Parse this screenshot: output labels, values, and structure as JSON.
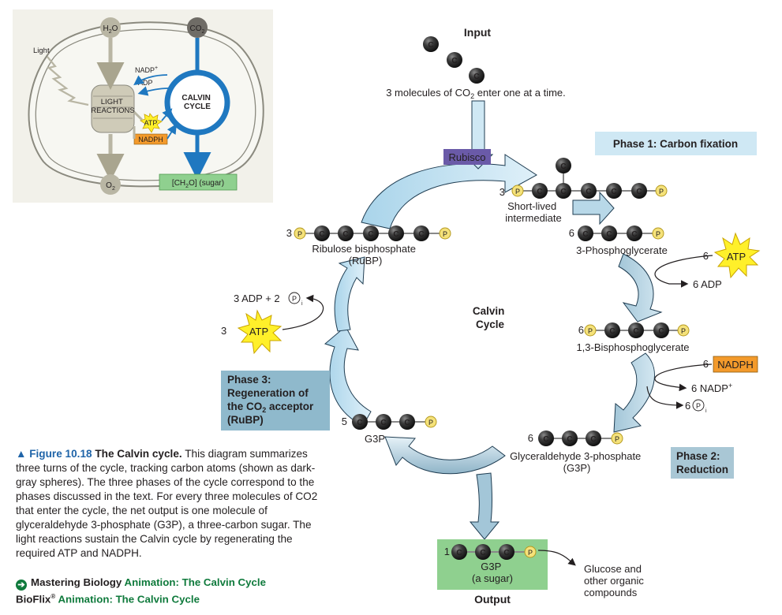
{
  "inset": {
    "h2o": "H2O",
    "co2": "CO2",
    "light": "Light",
    "nadp": "NADP+",
    "adp": "ADP",
    "light_reactions": [
      "LIGHT",
      "REACTIONS"
    ],
    "calvin_cycle": [
      "CALVIN",
      "CYCLE"
    ],
    "atp": "ATP",
    "nadph": "NADPH",
    "o2": "O2",
    "sugar": "[CH2O] (sugar)"
  },
  "input": {
    "title": "Input",
    "carbon": "C",
    "text": "3 molecules of CO2 enter one at a time."
  },
  "rubisco": "Rubisco",
  "phases": {
    "phase1": "Phase 1: Carbon fixation",
    "phase2": [
      "Phase 2:",
      "Reduction"
    ],
    "phase3": [
      "Phase 3:",
      "Regeneration of",
      "the CO2 acceptor",
      "(RuBP)"
    ]
  },
  "center": [
    "Calvin",
    "Cycle"
  ],
  "molecules": {
    "intermediate": {
      "count": "3",
      "label": [
        "Short-lived",
        "intermediate"
      ]
    },
    "pga": {
      "count": "6",
      "label": "3-Phosphoglycerate"
    },
    "bpg": {
      "count": "6",
      "label": "1,3-Bisphosphoglycerate"
    },
    "g3p6": {
      "count": "6",
      "label": [
        "Glyceraldehyde 3-phosphate",
        "(G3P)"
      ]
    },
    "g3p5": {
      "count": "5",
      "label": "G3P"
    },
    "rubp": {
      "count": "3",
      "label": [
        "Ribulose bisphosphate",
        "(RuBP)"
      ]
    },
    "output": {
      "count": "1",
      "label": [
        "G3P",
        "(a sugar)"
      ],
      "title": "Output"
    }
  },
  "atoms": {
    "carbon": "C",
    "phosphate": "P"
  },
  "energy": {
    "atp_in_phase2": {
      "count": "6",
      "label": "ATP",
      "out": "6 ADP"
    },
    "nadph_in": {
      "count": "6",
      "label": "NADPH",
      "out_nadp": "6 NADP+",
      "out_pi": "6"
    },
    "atp_in_phase3": {
      "count": "3",
      "label": "ATP",
      "out": "3 ADP + 2"
    }
  },
  "glucose": [
    "Glucose and",
    "other organic",
    "compounds"
  ],
  "caption": {
    "figure": "▲ Figure 10.18",
    "title": "The Calvin cycle.",
    "text": "This diagram summarizes three turns of the cycle, tracking carbon atoms (shown as dark-gray spheres). The three phases of the cycle correspond to the phases discussed in the text. For every three molecules of CO2 that enter the cycle, the net output is one molecule of glyceraldehyde 3-phosphate (G3P), a three-carbon sugar. The light reactions sustain the Calvin cycle by regenerating the required ATP and NADPH."
  },
  "mastering": {
    "line1_dark": "Mastering Biology",
    "line1_green": "Animation: The Calvin Cycle",
    "line2_dark": "BioFlix",
    "line2_green": "Animation: The Calvin Cycle"
  },
  "colors": {
    "carbon": "#2b2b2b",
    "phosphate": "#f5e27a",
    "arrow_light": "#c5e3f2",
    "arrow_mid": "#8cb8cf",
    "arrow_edge": "#1f3d52",
    "phase1_box": "#cfe8f4",
    "phase2_box": "#a9c7d5",
    "phase3_box": "#8fb9cc",
    "rubisco": "#6a5aa8",
    "atp_star": "#fff02a",
    "nadph_box": "#f39a2b",
    "output_box": "#8fd08f",
    "inset_bg": "#f2f1ea",
    "calvin_ring": "#1f78c0"
  }
}
